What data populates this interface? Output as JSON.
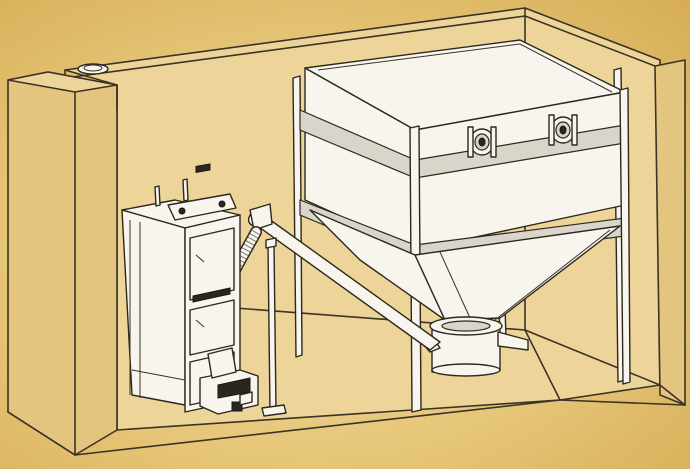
{
  "figure": {
    "palette": {
      "background_light": "#efd9a0",
      "background_dark": "#d6ad55",
      "line": "#3b3326",
      "equipment_fill": "#f7f5ee"
    },
    "components": [
      {
        "name": "boiler-room-walls"
      },
      {
        "name": "solid-fuel-boiler"
      },
      {
        "name": "boiler-control-panel"
      },
      {
        "name": "pellet-burner"
      },
      {
        "name": "flexible-feed-hose"
      },
      {
        "name": "screw-conveyor"
      },
      {
        "name": "pellet-storage-silo"
      },
      {
        "name": "silo-inspection-ports"
      },
      {
        "name": "silo-hopper"
      },
      {
        "name": "hopper-outlet"
      },
      {
        "name": "chimney-opening"
      },
      {
        "name": "ash-poker-tool"
      }
    ]
  }
}
